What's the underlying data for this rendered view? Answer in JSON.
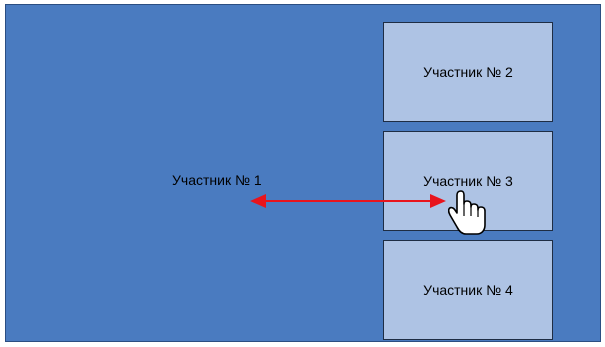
{
  "participants": {
    "main": "Участник № 1",
    "tiles": [
      "Участник № 2",
      "Участник № 3",
      "Участник № 4"
    ]
  },
  "colors": {
    "background": "#4a7bc0",
    "tile": "#aec3e4",
    "arrow": "#e8141c"
  },
  "icons": {
    "cursor": "hand-pointer-icon",
    "connector": "double-headed-arrow"
  }
}
